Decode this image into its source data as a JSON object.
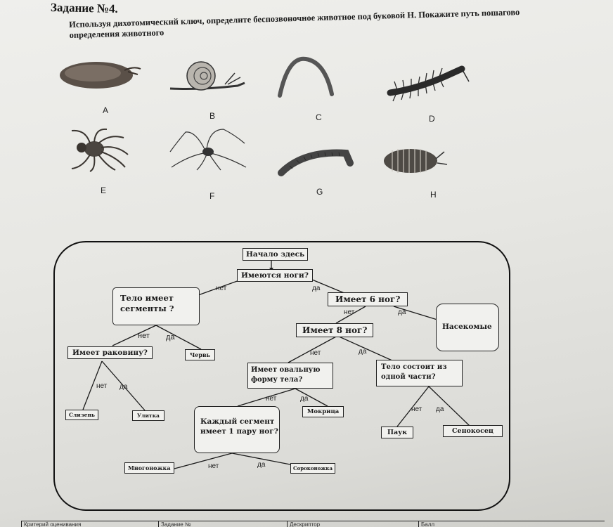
{
  "task": {
    "title": "Задание №4.",
    "instruction_line1": "Используя дихотомический ключ, определите беспозвоночное животное под буковой Н.  Покажите путь пошагово",
    "instruction_line2": "определения животного"
  },
  "animals": [
    {
      "letter": "A",
      "icon": "slug-icon"
    },
    {
      "letter": "B",
      "icon": "snail-icon"
    },
    {
      "letter": "C",
      "icon": "worm-icon"
    },
    {
      "letter": "D",
      "icon": "centipede-icon"
    },
    {
      "letter": "E",
      "icon": "spider-icon"
    },
    {
      "letter": "F",
      "icon": "harvestman-icon"
    },
    {
      "letter": "G",
      "icon": "millipede-icon"
    },
    {
      "letter": "H",
      "icon": "woodlouse-icon"
    }
  ],
  "key": {
    "start": "Начало здесь",
    "has_legs": "Имеются ноги?",
    "body_segments": [
      "Тело имеет",
      "сегменты ?"
    ],
    "six_legs": "Имеет 6 ног?",
    "eight_legs": "Имеет 8 ног?",
    "insects": "Насекомые",
    "has_shell": "Имеет раковину?",
    "worm": "Червь",
    "oval_body": [
      "Имеет овальную",
      "форму тела?"
    ],
    "one_part": [
      "Тело состоит из",
      "одной части?"
    ],
    "slug": "Слизень",
    "snail": "Улитка",
    "woodlouse": "Мокрица",
    "spider": "Паук",
    "harvestman": "Сенокосец",
    "pair_legs": [
      "Каждый сегмент",
      "имеет 1 пару ног?"
    ],
    "millipede": "Многоножка",
    "centipede": "Сороконожка",
    "no": "нет",
    "yes": "да"
  },
  "footer": {
    "cells": [
      "Критерий оценивания",
      "Задание №",
      "Дескриптор",
      "Балл"
    ]
  }
}
